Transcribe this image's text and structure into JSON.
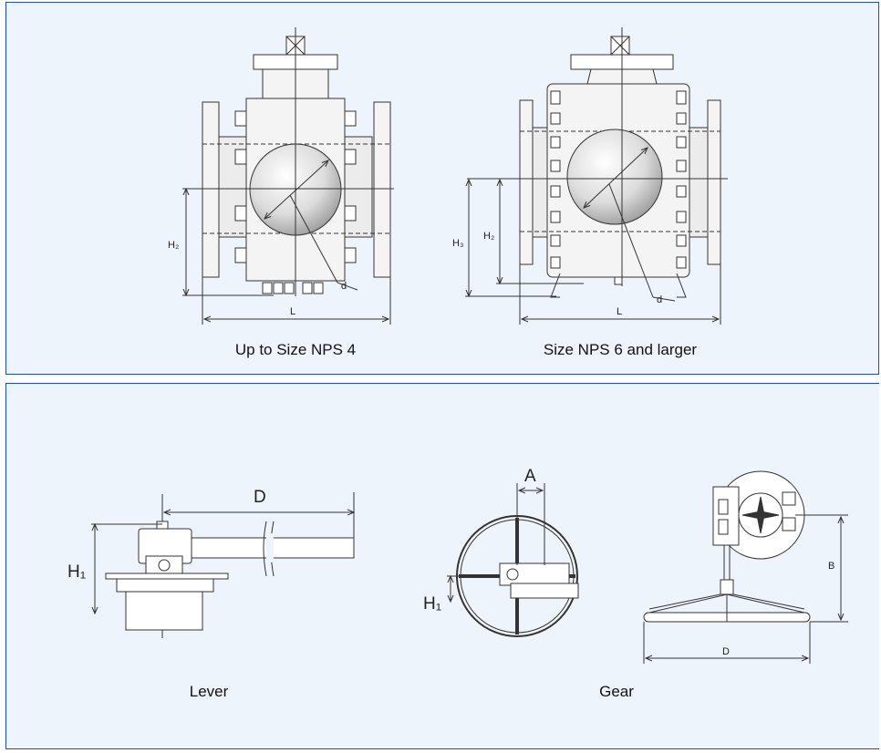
{
  "top_panel": {
    "left_caption": "Up to Size NPS 4",
    "right_caption": "Size NPS 6 and larger",
    "left_labels": {
      "h2": "H₂",
      "l": "L",
      "d": "d"
    },
    "right_labels": {
      "h3": "H₃",
      "h2": "H₂",
      "l": "L",
      "d": "d"
    }
  },
  "bottom_panel": {
    "lever_caption": "Lever",
    "gear_caption": "Gear",
    "lever_labels": {
      "d": "D",
      "h1": "H₁"
    },
    "gear_labels": {
      "a": "A",
      "h1": "H₁",
      "b": "B",
      "d": "D"
    }
  },
  "colors": {
    "panel_bg": "#eef4fb",
    "panel_border": "#1f4ea8",
    "line": "#333333"
  }
}
